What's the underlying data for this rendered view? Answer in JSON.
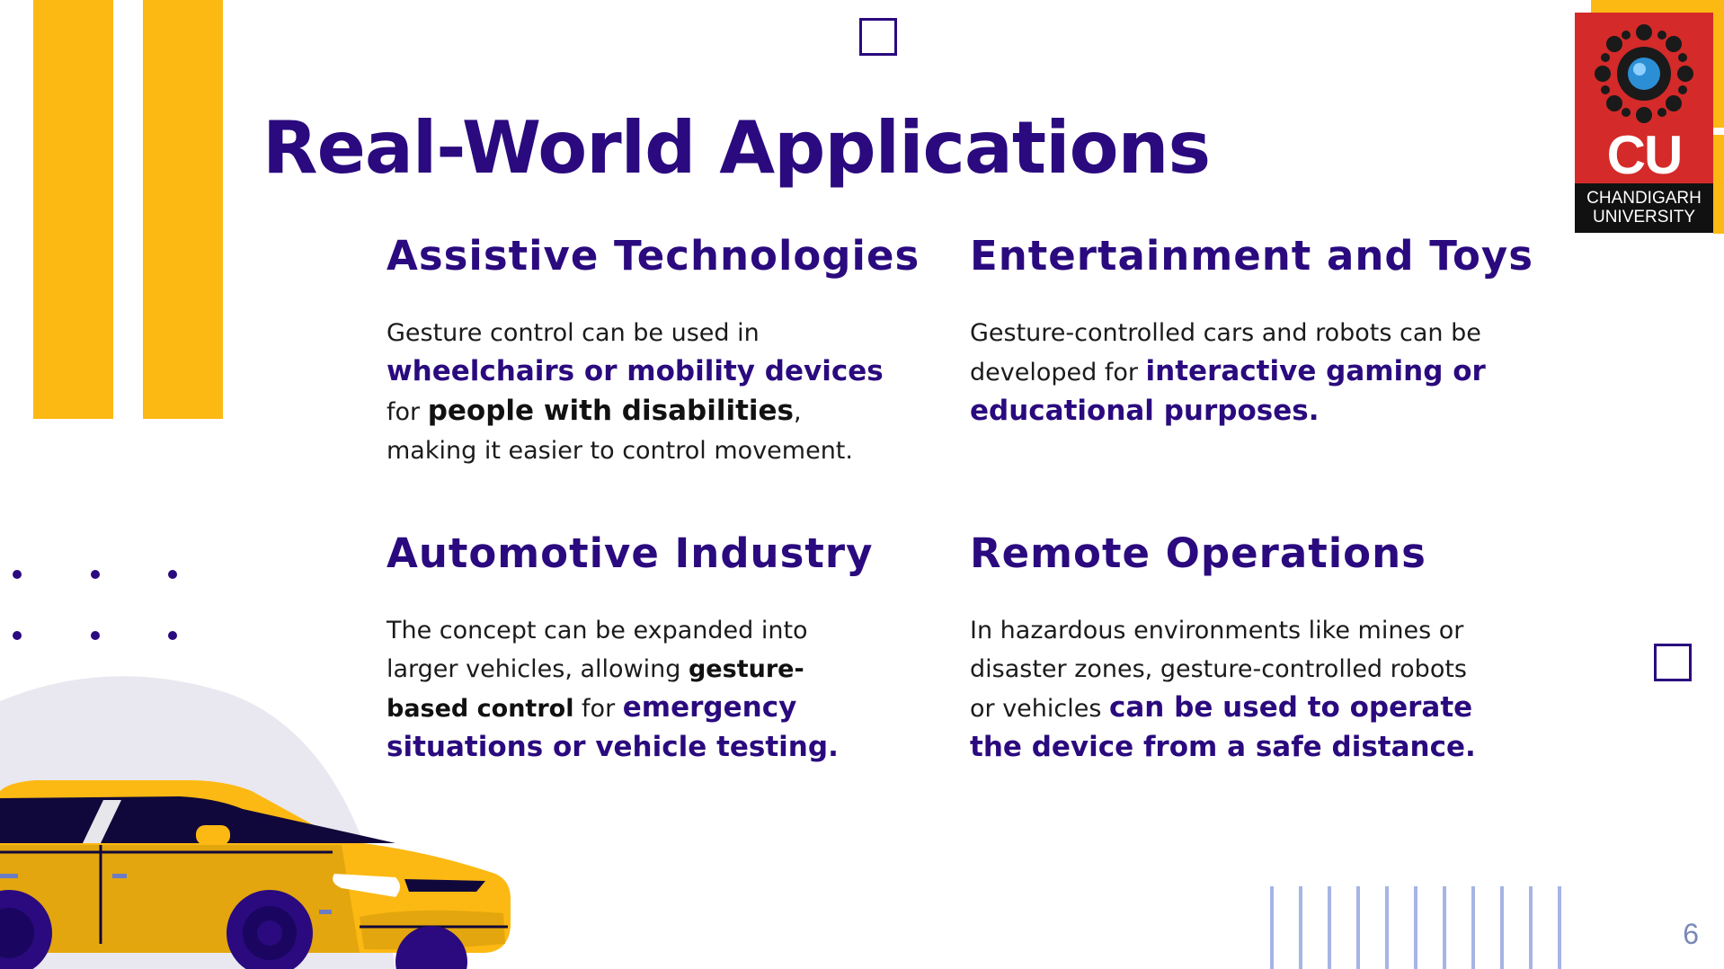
{
  "slide": {
    "title": "Real-World Applications",
    "page_number": "6"
  },
  "logo": {
    "mark": "CU",
    "line1": "CHANDIGARH",
    "line2": "UNIVERSITY"
  },
  "sections": {
    "assistive": {
      "heading": "Assistive Technologies",
      "t1": "Gesture control can be used in ",
      "b1": "wheelchairs or mobility devices",
      "t2": " for ",
      "b2": "people with disabilities",
      "t3": ", making it easier to control movement."
    },
    "entertainment": {
      "heading": "Entertainment and Toys",
      "t1": "Gesture-controlled cars and robots can be developed for ",
      "b1": "interactive gaming or educational purposes."
    },
    "automotive": {
      "heading": "Automotive Industry",
      "t1": "The concept can be expanded into larger vehicles, allowing ",
      "b1": "gesture-based control",
      "t2": " for ",
      "b2": "emergency situations or vehicle testing."
    },
    "remote": {
      "heading": "Remote Operations",
      "t1": "In hazardous environments like mines or disaster zones, gesture-controlled robots or vehicles ",
      "b1": "can be used to operate the device from a safe distance."
    }
  },
  "colors": {
    "accent": "#2A0A7E",
    "yellow": "#FDB913",
    "logo_red": "#D42A2A",
    "stripe": "#A6B4E6"
  },
  "icons": [
    "car-illustration",
    "university-gear-logo"
  ]
}
